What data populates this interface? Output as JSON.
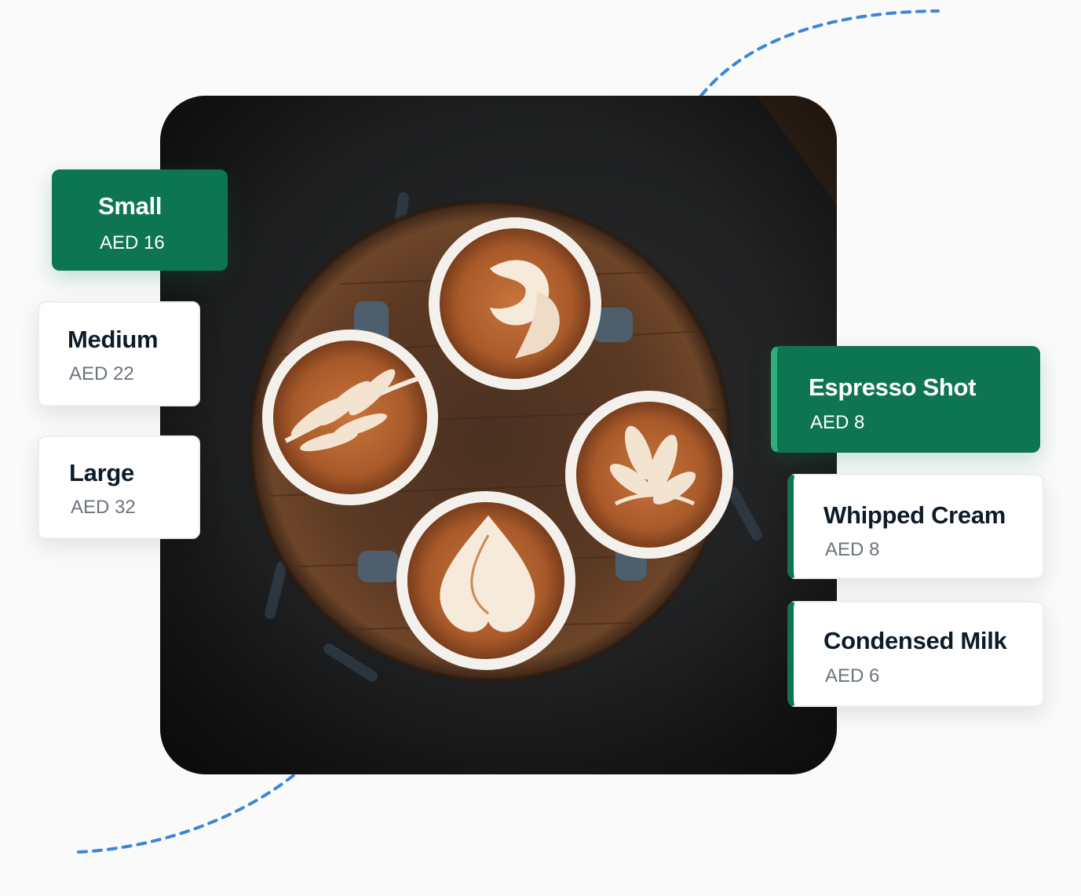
{
  "sizes": [
    {
      "name": "Small",
      "price": "AED 16",
      "selected": true
    },
    {
      "name": "Medium",
      "price": "AED 22",
      "selected": false
    },
    {
      "name": "Large",
      "price": "AED 32",
      "selected": false
    }
  ],
  "addons": [
    {
      "name": "Espresso Shot",
      "price": "AED 8",
      "selected": true
    },
    {
      "name": "Whipped Cream",
      "price": "AED 8",
      "selected": false
    },
    {
      "name": "Condensed Milk",
      "price": "AED 6",
      "selected": false
    }
  ],
  "colors": {
    "accent": "#0e7552",
    "accent_light": "#2fae7d",
    "decor_dash": "#3b86d6"
  },
  "photo": {
    "subject": "latte-art-cups-on-wooden-table"
  }
}
